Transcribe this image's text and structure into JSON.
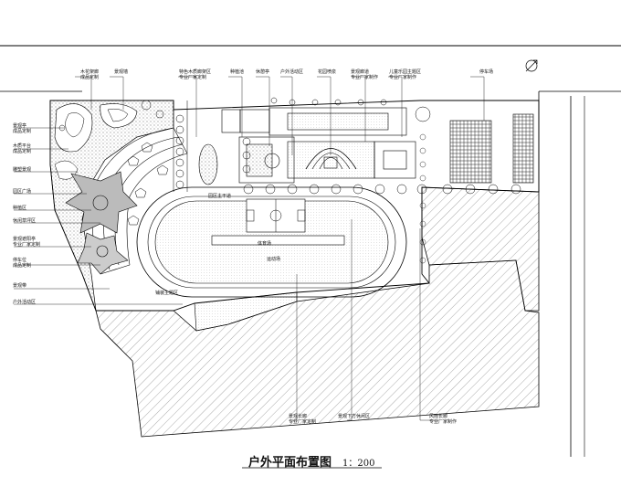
{
  "title": "户外平面布置图",
  "scale": "1：200",
  "labels": {
    "l01": "木花架廊",
    "l02": "成品定制",
    "l03": "景观墙",
    "l04": "特色木质廊架区",
    "l05": "专业厂家定制",
    "l06": "种植池",
    "l07": "休憩亭",
    "l08": "户外活动区",
    "l09": "花园喷泉",
    "l10": "景观廊道",
    "l11": "专业厂家制作",
    "l12": "儿童乐园主题区",
    "l13": "专业厂家制作",
    "l14": "停车场",
    "l15": "景观亭",
    "l16": "成品定制",
    "l17": "木质平台",
    "l18": "成品定制",
    "l19": "雕塑景观",
    "l20": "园区广场",
    "l21": "种植区",
    "l22": "休闲草坪区",
    "l23": "景观遮阳亭",
    "l24": "专业厂家定制",
    "l25": "停车位",
    "l26": "成品定制",
    "l27": "景观带",
    "l28": "户外活动区",
    "l29": "园区主干道",
    "l30": "体育场",
    "l31": "运动场",
    "l32": "铺装主题区",
    "l33": "景观长廊",
    "l34": "专业厂家定制",
    "l35": "景观下方休闲区",
    "l36": "风雨长廊",
    "l37": "专业厂家制作"
  }
}
